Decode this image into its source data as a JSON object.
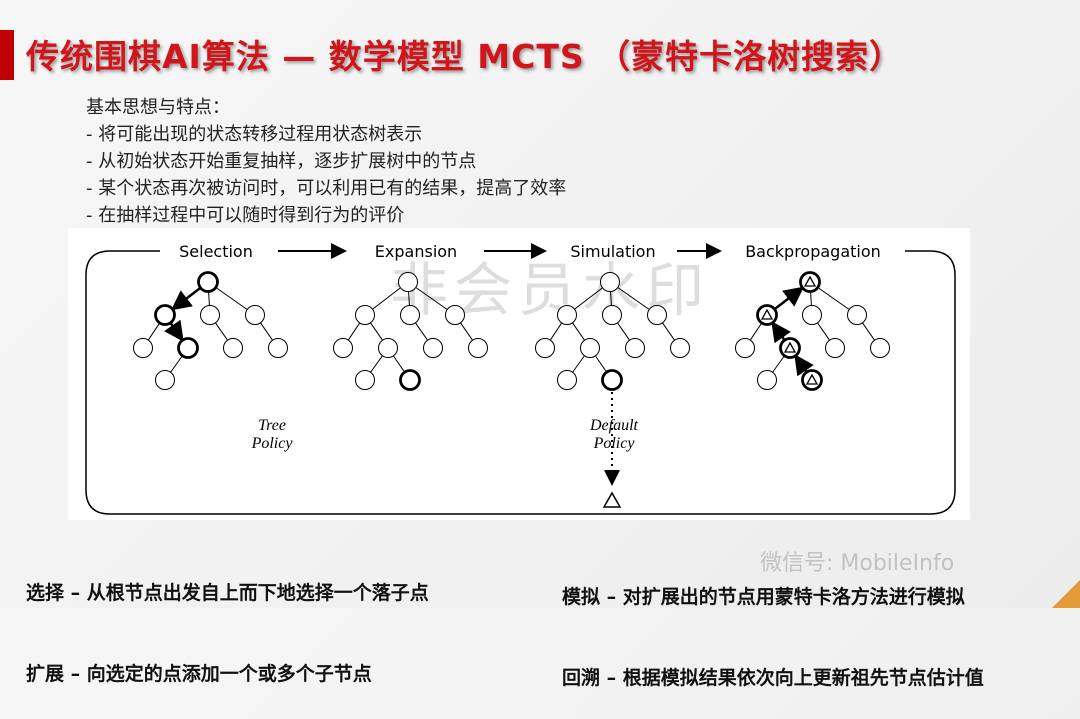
{
  "title": "传统围棋AI算法 — 数学模型 MCTS （蒙特卡洛树搜索）",
  "intro": {
    "heading": "基本思想与特点：",
    "points": [
      "- 将可能出现的状态转移过程用状态树表示",
      "- 从初始状态开始重复抽样，逐步扩展树中的节点",
      "- 某个状态再次被访问时，可以利用已有的结果，提高了效率",
      "- 在抽样过程中可以随时得到行为的评价"
    ]
  },
  "diagram": {
    "stages": [
      "Selection",
      "Expansion",
      "Simulation",
      "Backpropagation"
    ],
    "tree_policy": [
      "Tree",
      "Policy"
    ],
    "default_policy": [
      "Default",
      "Policy"
    ],
    "watermark": "非会员水印"
  },
  "steps": {
    "left": [
      "选择 – 从根节点出发自上而下地选择一个落子点",
      "扩展 – 向选定的点添加一个或多个子节点"
    ],
    "right": [
      "模拟 – 对扩展出的节点用蒙特卡洛方法进行模拟",
      "回溯 – 根据模拟结果依次向上更新祖先节点估计值"
    ]
  },
  "watermark2": "微信号: MobileInfo",
  "colors": {
    "title": "#d0161b",
    "bar": "#c00000",
    "accent": "#e59a3a"
  }
}
